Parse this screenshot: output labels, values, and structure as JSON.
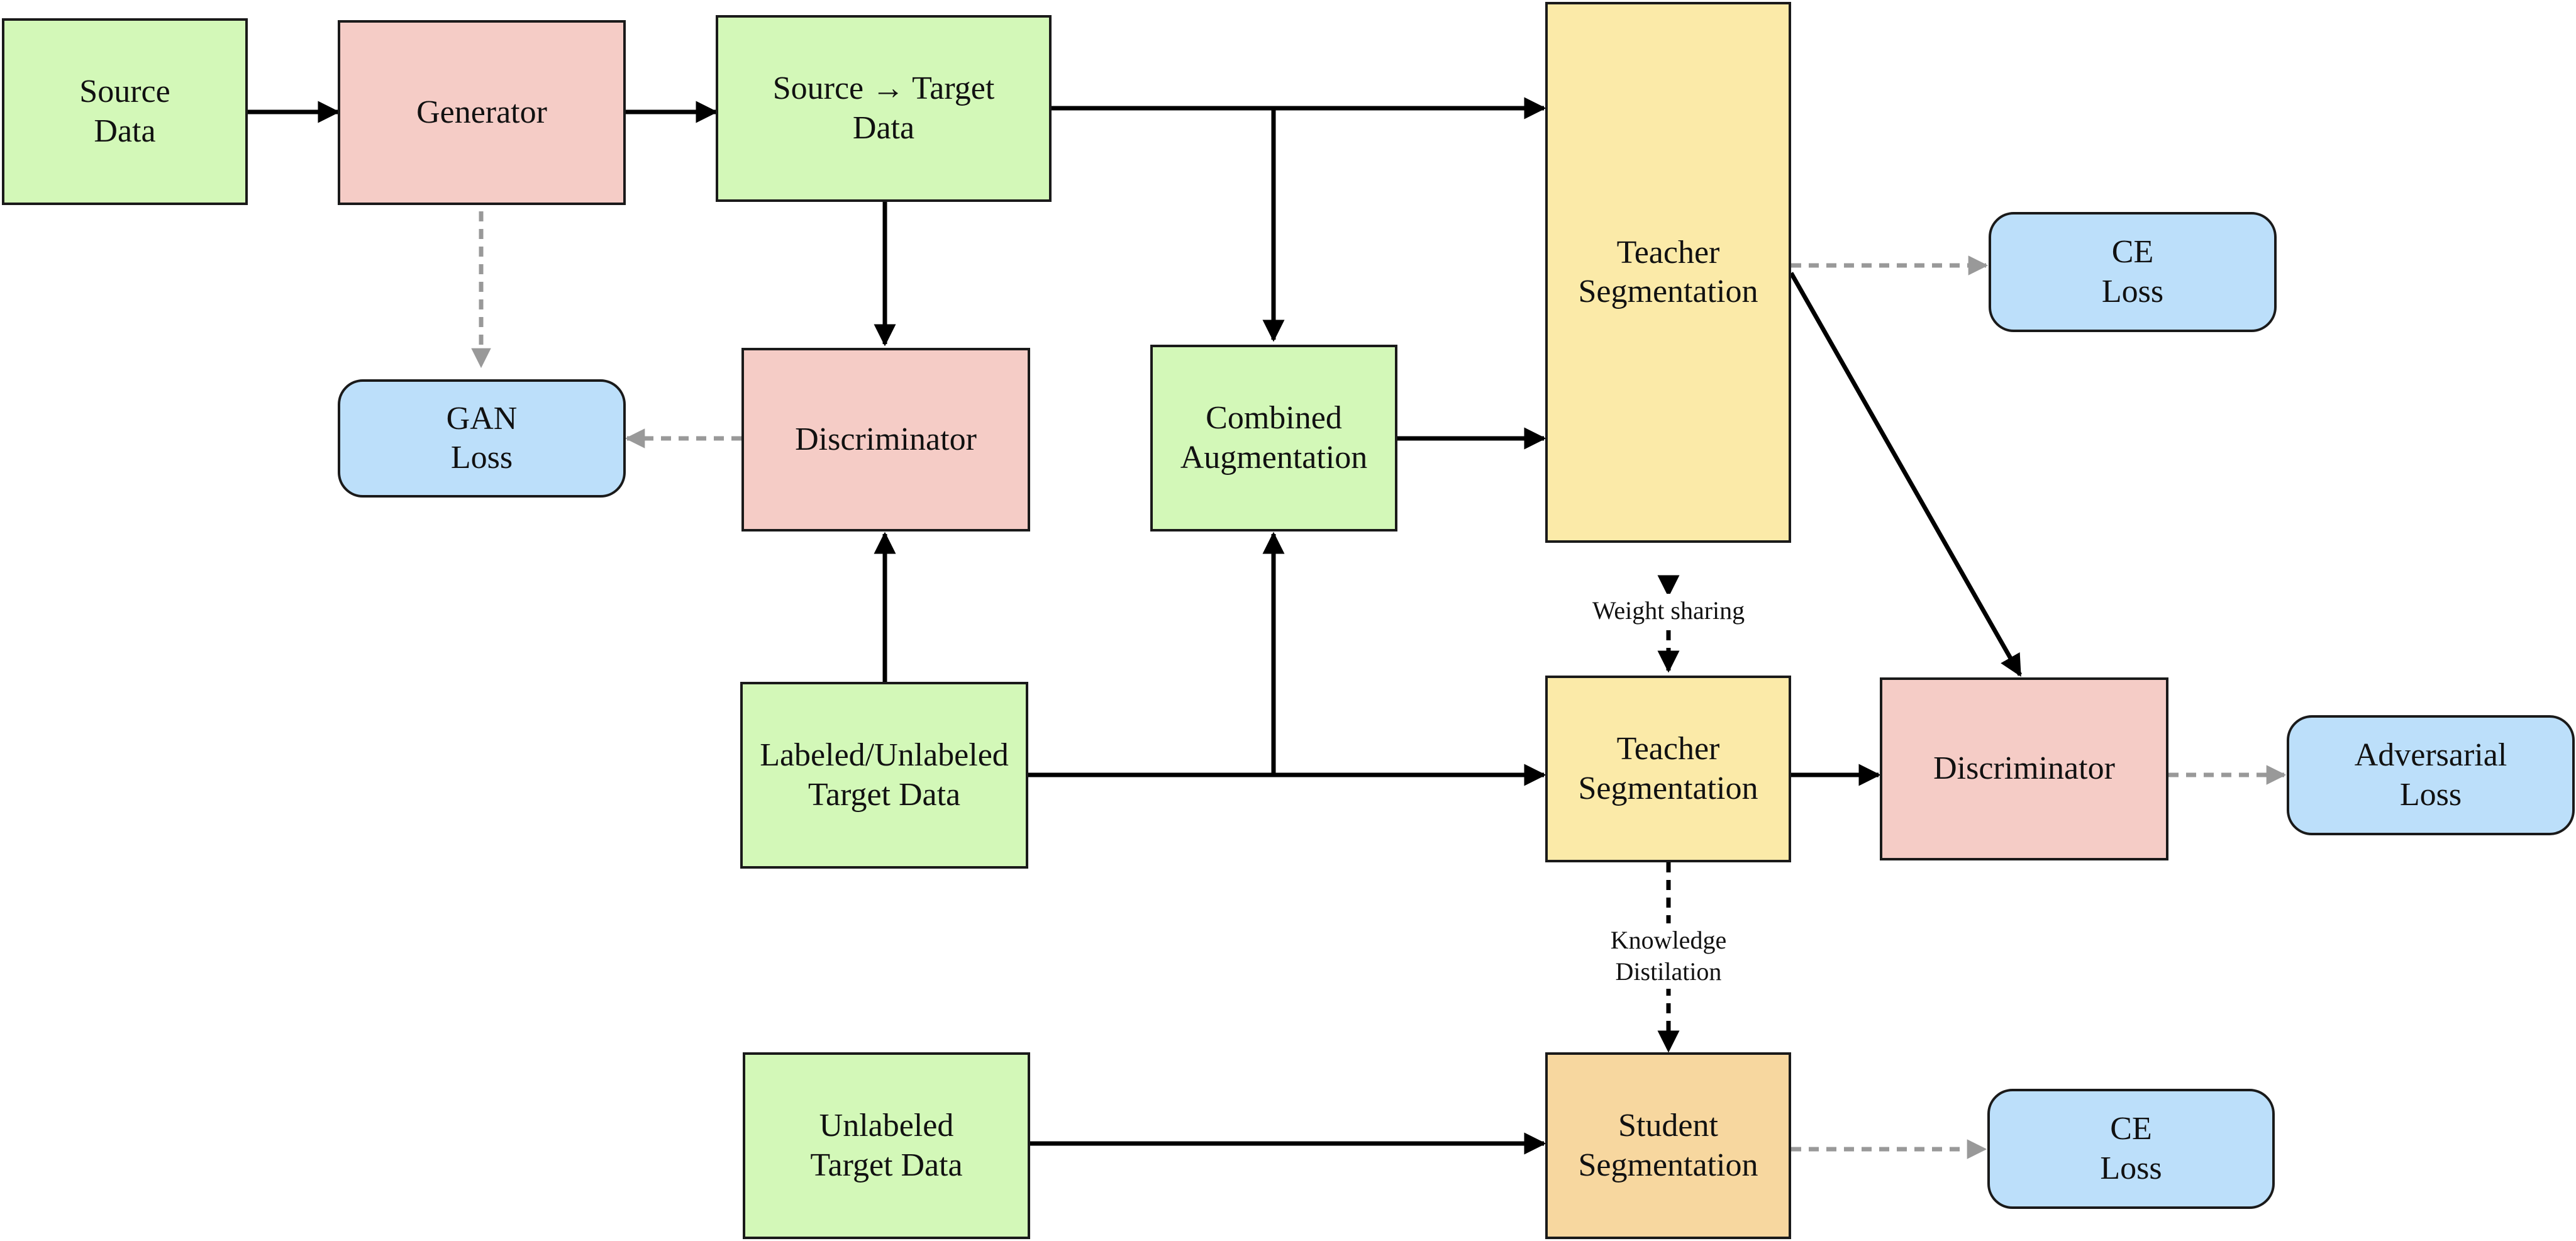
{
  "diagram": {
    "nodes": {
      "source_data": "Source\nData",
      "generator": "Generator",
      "source_to_target": "Source → Target\nData",
      "gan_loss": "GAN\nLoss",
      "discriminator_top": "Discriminator",
      "combined_augmentation": "Combined\nAugmentation",
      "teacher_seg_top": "Teacher\nSegmentation",
      "ce_loss_top": "CE\nLoss",
      "labeled_unlabeled": "Labeled/Unlabeled\nTarget Data",
      "teacher_seg_mid": "Teacher\nSegmentation",
      "discriminator_right": "Discriminator",
      "adversarial_loss": "Adversarial\nLoss",
      "unlabeled_target": "Unlabeled\nTarget Data",
      "student_seg": "Student\nSegmentation",
      "ce_loss_bottom": "CE\nLoss"
    },
    "edge_labels": {
      "weight_sharing": "Weight sharing",
      "knowledge_distillation": "Knowledge\nDistilation"
    },
    "colors": {
      "data": "#d3f8b8",
      "adversarial_module": "#f5ccc6",
      "teacher": "#fbeaa8",
      "student": "#f7d79f",
      "loss": "#bcdffa",
      "solid_arrow": "#000000",
      "dashed_arrow": "#999999"
    }
  }
}
